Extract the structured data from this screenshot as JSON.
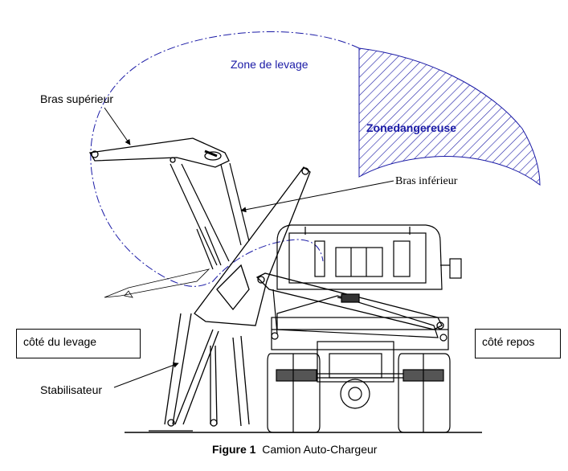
{
  "labels": {
    "zone_levage": "Zone de levage",
    "zone_dangereuse": "Zonedangereuse",
    "bras_superieur": "Bras supérieur",
    "bras_inferieur": "Bras inférieur",
    "stabilisateur": "Stabilisateur",
    "cote_levage": "côté du levage",
    "cote_repos": "côté repos"
  },
  "caption": {
    "figure": "Figure 1",
    "title": "Camion Auto-Chargeur"
  },
  "colors": {
    "zone_outline": "#1a1aa6",
    "danger_hatch": "#1a1aa6",
    "line": "#000000"
  }
}
